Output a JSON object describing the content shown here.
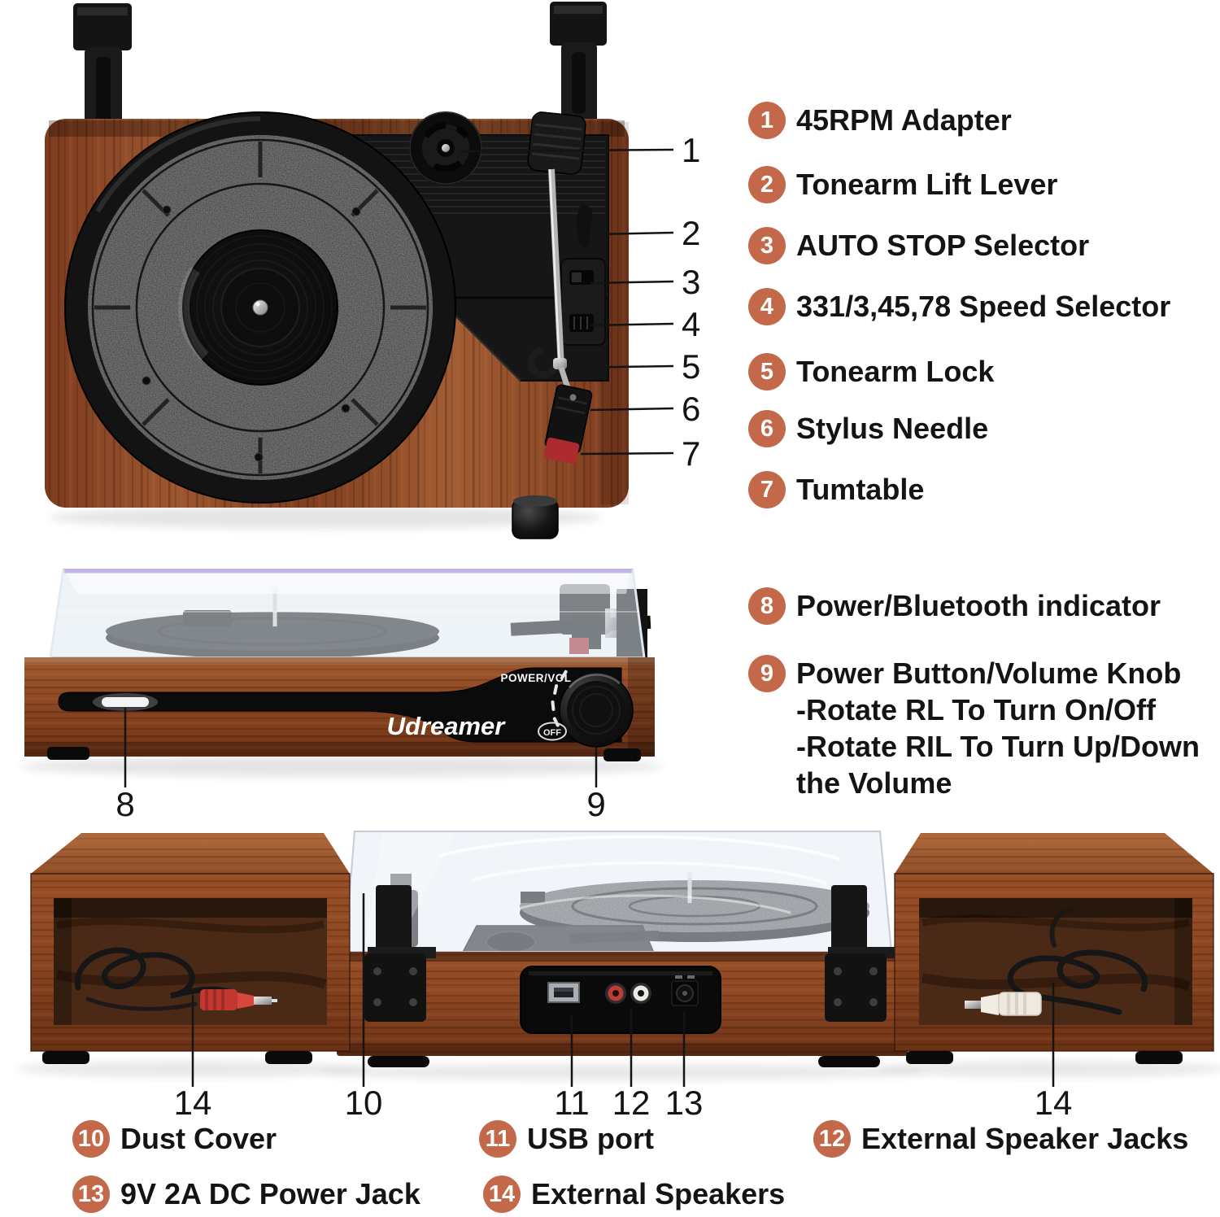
{
  "colors": {
    "badge_bg": "#c4684a",
    "badge_text": "#ffffff",
    "text": "#141414",
    "callout_line": "#141414",
    "background": "#ffffff",
    "wood": "#94502a",
    "front_panel": "#0b0b0b",
    "stylus_red": "#c23730",
    "indicator_white": "#f3f4f6",
    "cover_edge_lavender": "#b9a6e0"
  },
  "legend_right": {
    "items": [
      {
        "num": "1",
        "label": "45RPM Adapter"
      },
      {
        "num": "2",
        "label": "Tonearm Lift Lever"
      },
      {
        "num": "3",
        "label": "AUTO STOP Selector"
      },
      {
        "num": "4",
        "label": "331/3,45,78 Speed Selector"
      },
      {
        "num": "5",
        "label": "Tonearm Lock"
      },
      {
        "num": "6",
        "label": "Stylus Needle"
      },
      {
        "num": "7",
        "label": "Tumtable"
      },
      {
        "num": "8",
        "label": "Power/Bluetooth indicator"
      }
    ],
    "item9": {
      "num": "9",
      "line1": "Power Button/Volume Knob",
      "line2": "-Rotate RL To Turn On/Off",
      "line3": "-Rotate RIL To Turn Up/Down",
      "line4": "the Volume"
    }
  },
  "legend_bottom": {
    "items": [
      {
        "num": "10",
        "label": "Dust Cover"
      },
      {
        "num": "11",
        "label": "USB port"
      },
      {
        "num": "12",
        "label": "External Speaker Jacks"
      },
      {
        "num": "13",
        "label": "9V 2A DC Power Jack"
      },
      {
        "num": "14",
        "label": "External Speakers"
      }
    ]
  },
  "callouts": {
    "top_view": [
      "1",
      "2",
      "3",
      "4",
      "5",
      "6",
      "7"
    ],
    "front_view": [
      "8",
      "9"
    ],
    "back_view": [
      "14",
      "10",
      "11",
      "12",
      "13",
      "14"
    ]
  },
  "product": {
    "brand": "Udreamer",
    "panel_label": "POWER/VOL",
    "off_label": "OFF"
  }
}
